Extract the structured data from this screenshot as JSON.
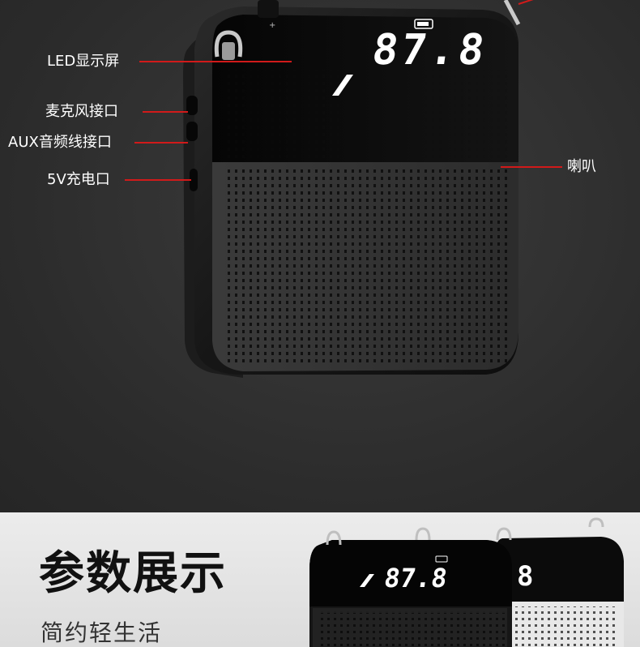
{
  "labels": {
    "led": "LED显示屏",
    "mic": "麦克风接口",
    "aux": "AUX音频线接口",
    "charge": "5V充电口",
    "speaker": "喇叭"
  },
  "display": {
    "value": "87.8"
  },
  "section": {
    "title": "参数展示",
    "subtitle": "简约轻生活"
  },
  "colors": {
    "callout_line": "#d11a1a",
    "body": "#1a1a1a",
    "screen_text": "#ffffff"
  }
}
